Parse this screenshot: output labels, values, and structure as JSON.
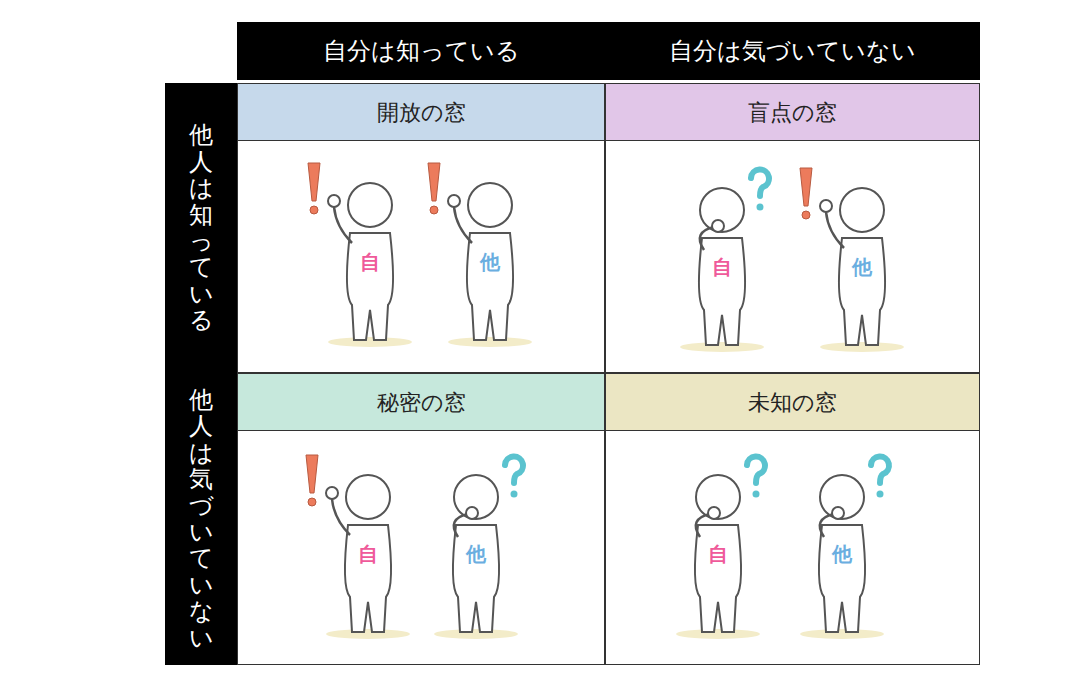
{
  "diagram": {
    "nodes": [
      {
        "text": [
          "自分は知っている"
        ]
      },
      {
        "text": [
          "自分は気づいていない"
        ]
      },
      {
        "text": [
          "他人は知っている"
        ]
      },
      {
        "text": [
          "開放の窓"
        ]
      },
      {
        "text": [
          "盲点の窓"
        ]
      },
      {
        "text": [
          "他人は気づいていない"
        ]
      },
      {
        "text": [
          "秘密の窓"
        ]
      },
      {
        "text": [
          "未知の窓"
        ]
      }
    ],
    "labels": [
      "自",
      "他",
      "自",
      "他",
      "自",
      "他",
      "自",
      "他"
    ]
  }
}
